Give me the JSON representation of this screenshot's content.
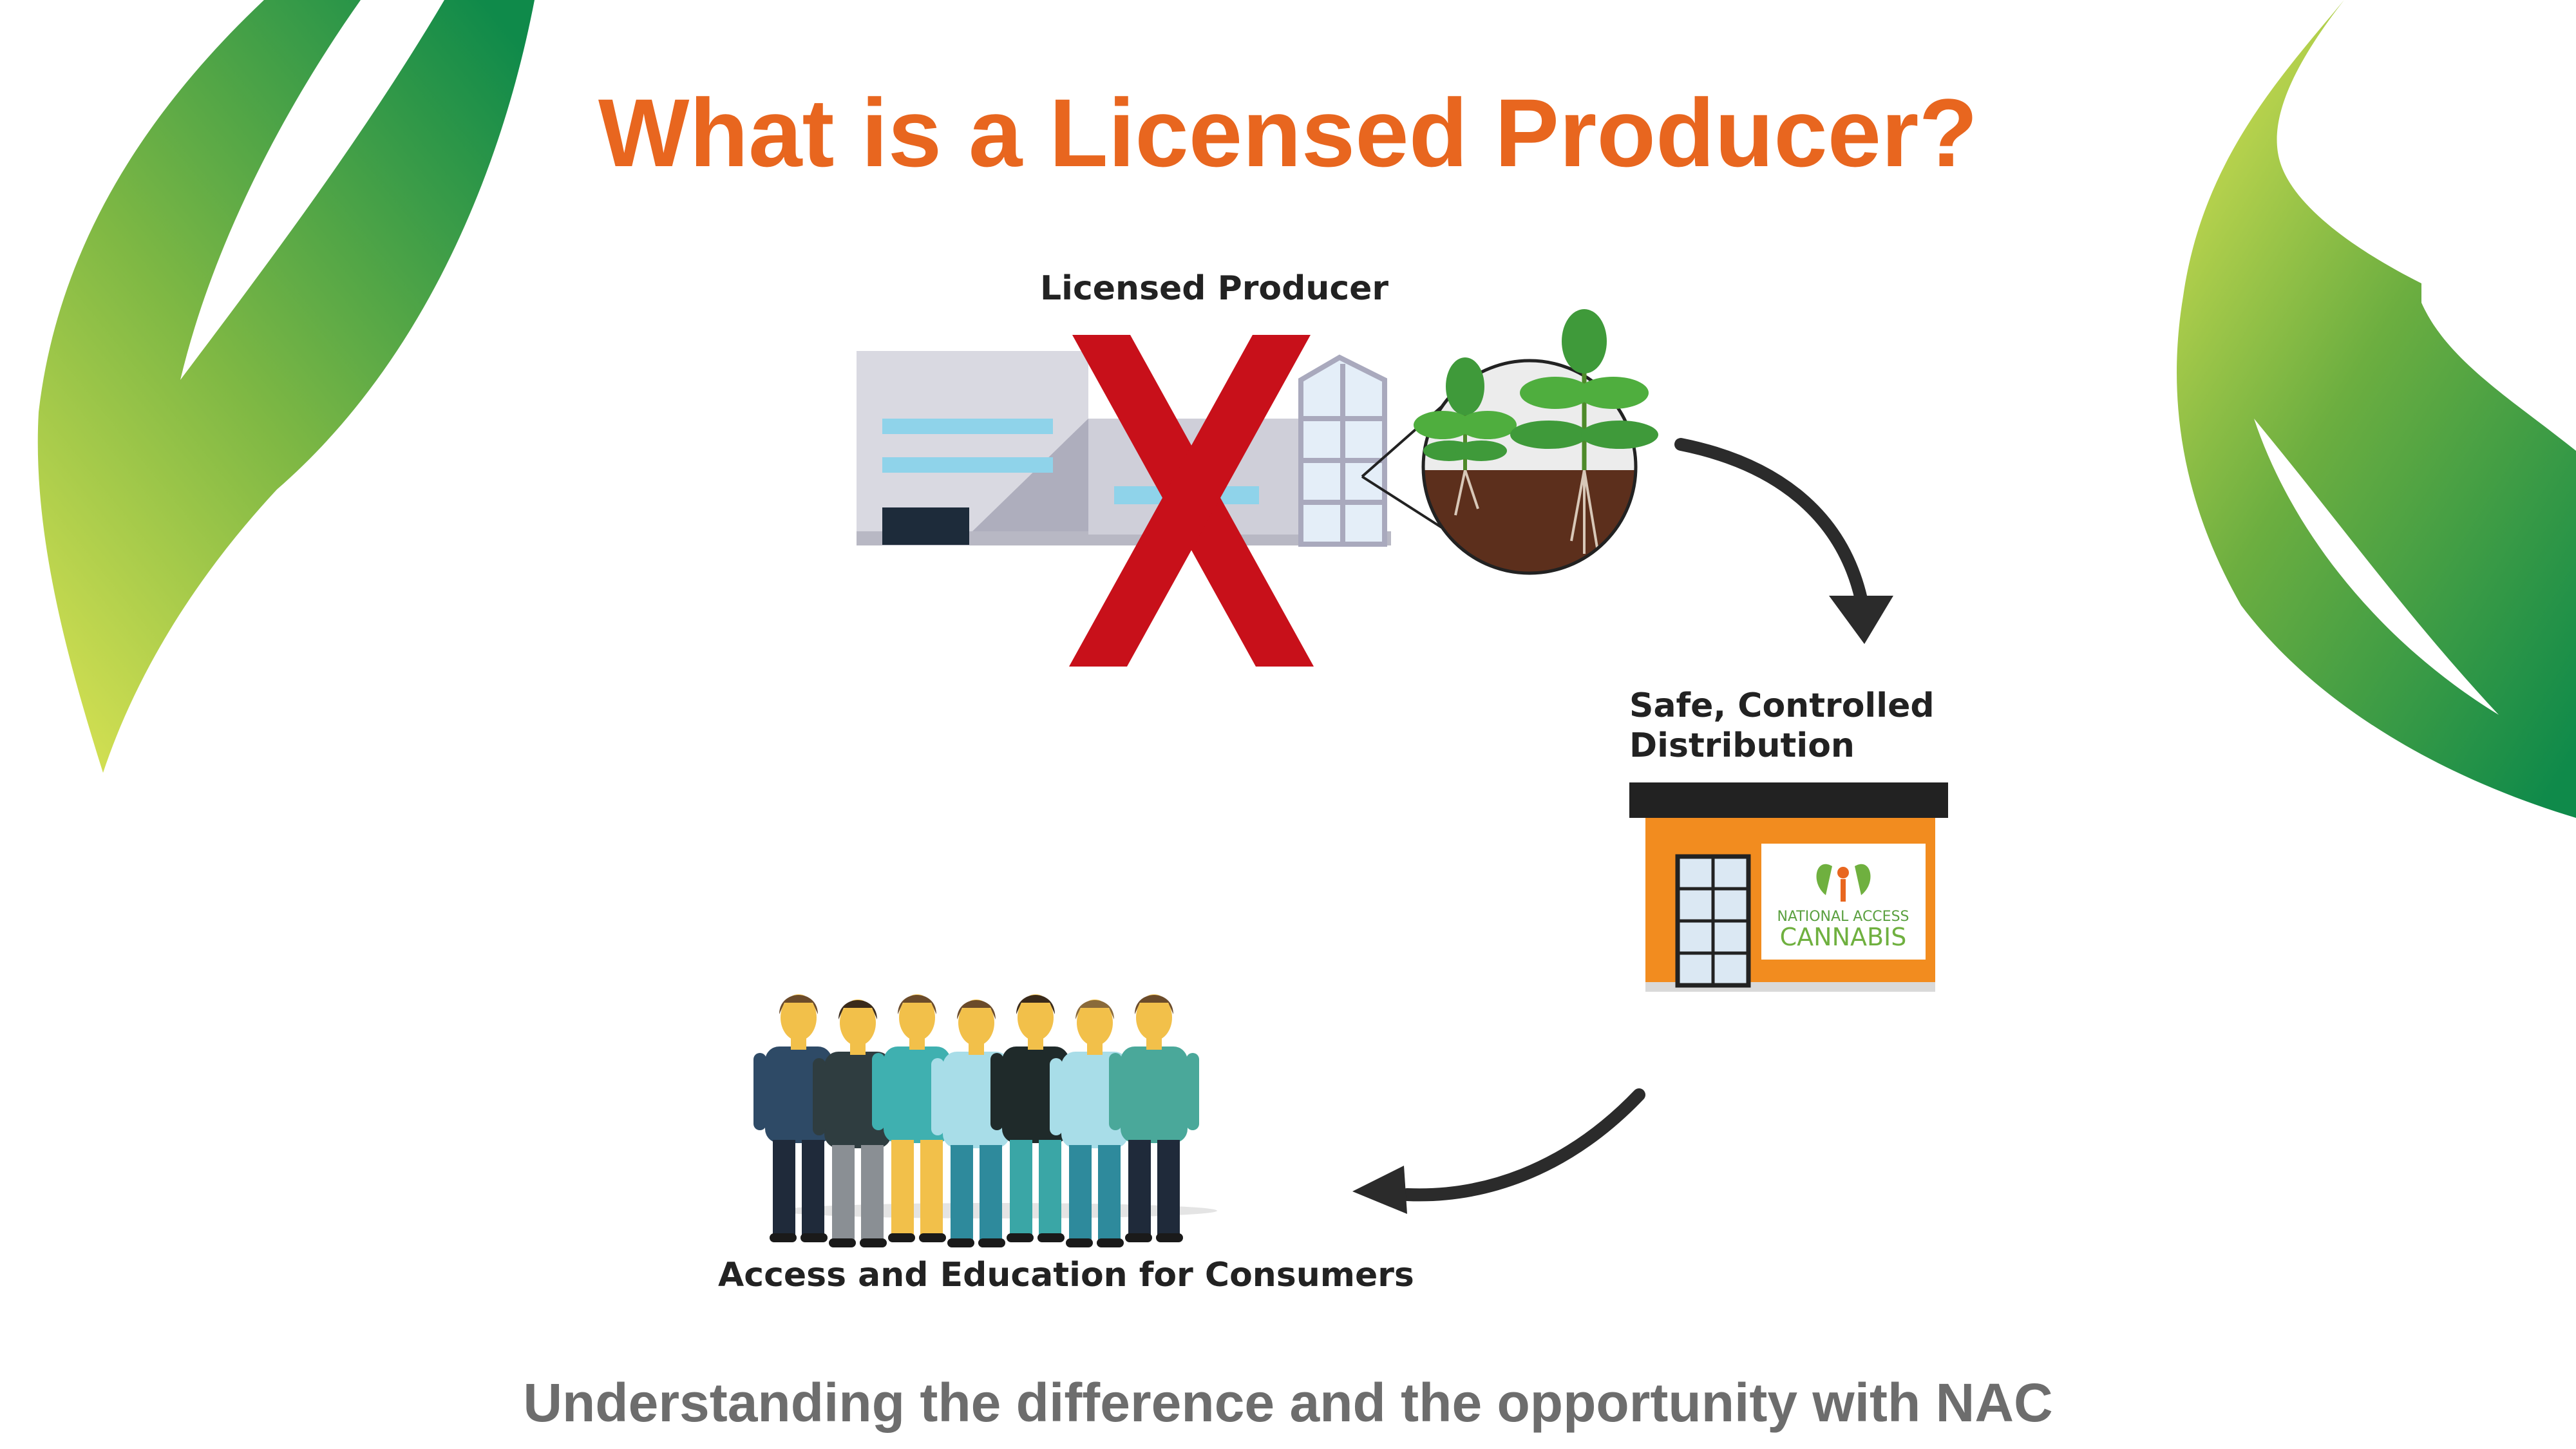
{
  "title": "What is a Licensed Producer?",
  "subtitle": "Understanding the difference and the opportunity with NAC",
  "labels": {
    "producer": "Licensed Producer",
    "distribution_line1": "Safe, Controlled",
    "distribution_line2": "Distribution",
    "consumers": "Access and Education for Consumers"
  },
  "store_sign": {
    "line1": "NATIONAL ACCESS",
    "line2": "CANNABIS"
  },
  "colors": {
    "title": "#e8661f",
    "subtitle": "#6d6d6d",
    "leaf_dark": "#0f8a4a",
    "leaf_light": "#c8dc50",
    "cross": "#c8101a",
    "store": "#f28c1f"
  },
  "icons": [
    "leaf-left-icon",
    "leaf-right-icon",
    "building-icon",
    "red-x-icon",
    "plant-soil-icon",
    "curved-arrow-icon",
    "store-icon",
    "people-group-icon"
  ]
}
